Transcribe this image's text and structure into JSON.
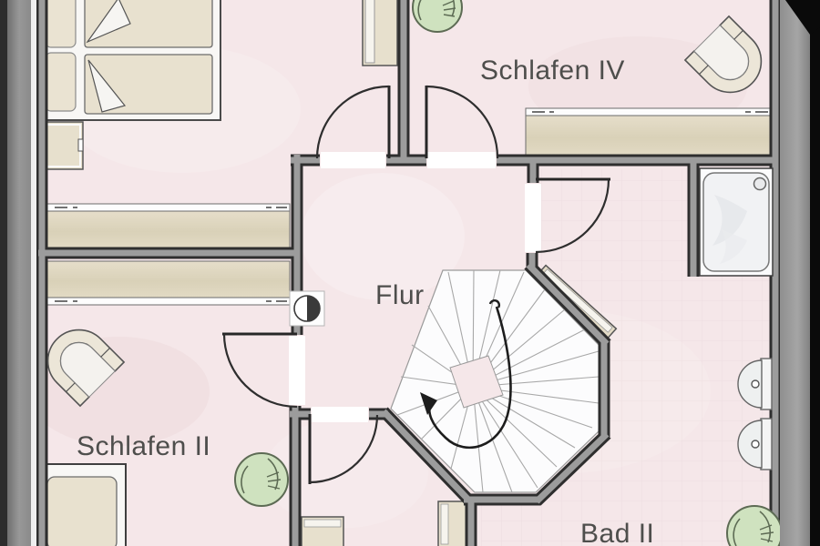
{
  "plan": {
    "type": "floor-plan",
    "rooms": [
      {
        "id": "schlafen-iv",
        "label": "Schlafen IV"
      },
      {
        "id": "flur",
        "label": "Flur"
      },
      {
        "id": "schlafen-ii",
        "label": "Schlafen II"
      },
      {
        "id": "bad-ii",
        "label": "Bad II"
      },
      {
        "id": "unlabeled-bedroom-top-left",
        "label": ""
      }
    ],
    "stair": {
      "shape": "u-winder",
      "walk_line_arrow": true
    },
    "fixtures": [
      {
        "icon": "double-bed-icon",
        "room": "unlabeled-bedroom-top-left"
      },
      {
        "icon": "dresser-icon",
        "room": "unlabeled-bedroom-top-left"
      },
      {
        "icon": "wardrobe-icon",
        "room": "unlabeled-bedroom-top-left"
      },
      {
        "icon": "armchair-icon",
        "room": "schlafen-iv"
      },
      {
        "icon": "plant-icon",
        "room": "schlafen-iv"
      },
      {
        "icon": "shower-icon",
        "room": "bad-ii"
      },
      {
        "icon": "washbasin-icon",
        "room": "bad-ii"
      },
      {
        "icon": "washbasin-icon",
        "room": "bad-ii"
      },
      {
        "icon": "sideboard-icon",
        "room": "bad-ii"
      },
      {
        "icon": "plant-icon",
        "room": "bad-ii"
      },
      {
        "icon": "armchair-icon",
        "room": "schlafen-ii"
      },
      {
        "icon": "single-bed-icon",
        "room": "schlafen-ii"
      },
      {
        "icon": "plant-icon",
        "room": "schlafen-ii"
      },
      {
        "icon": "wall-lamp-icon",
        "room": "flur"
      },
      {
        "icon": "wardrobe-icon",
        "room": "closet-vestibule"
      },
      {
        "icon": "wardrobe-icon",
        "room": "closet-vestibule"
      }
    ],
    "palette": {
      "floor_pink": "#f5e7e9",
      "wall_gray": "#9c9c9c",
      "wall_edge": "#2e2e2e",
      "furniture_beige": "#e8e1cf",
      "knee_wall_beige": "#ddd5bd",
      "stair_white": "#fcfcfd",
      "plant_green": "#cfe2bf",
      "label_text": "#4e4e4c",
      "door_opening_white": "#ffffff",
      "border_gray": "#8e8e8e",
      "border_black": "#0a0a0a"
    }
  }
}
